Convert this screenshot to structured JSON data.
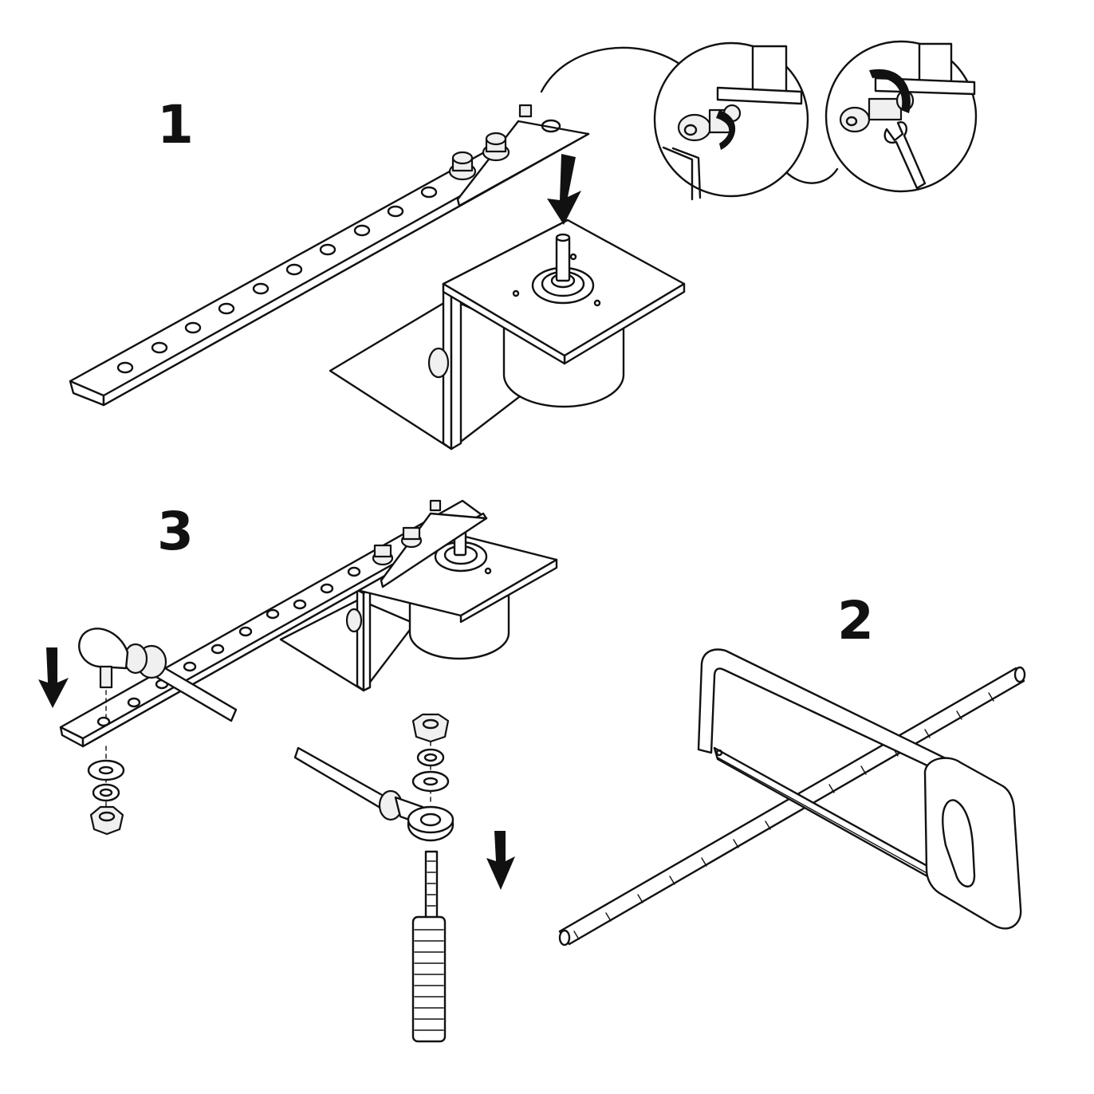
{
  "steps": [
    {
      "number": "1",
      "label_id": "step-1"
    },
    {
      "number": "2",
      "label_id": "step-2"
    },
    {
      "number": "3",
      "label_id": "step-3"
    }
  ],
  "icons": {
    "step1": [
      "drill-arm-plate",
      "motor-bracket",
      "allen-key-detail",
      "wrench-detail",
      "down-arrow"
    ],
    "step2": [
      "hacksaw",
      "threaded-rod"
    ],
    "step3": [
      "ball-joint-rod-end",
      "washer",
      "lock-washer",
      "hex-nut",
      "threaded-stud",
      "down-arrow"
    ]
  },
  "colors": {
    "ink": "#111111",
    "paper": "#ffffff"
  }
}
